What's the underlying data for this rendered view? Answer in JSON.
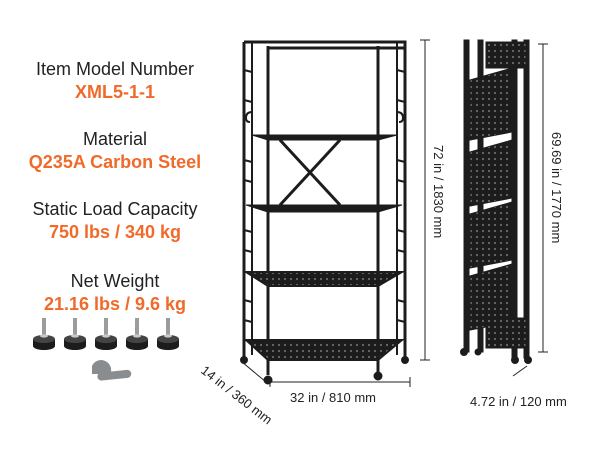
{
  "specs": [
    {
      "label": "Item Model Number",
      "value": "XML5-1-1"
    },
    {
      "label": "Material",
      "value": "Q235A Carbon Steel"
    },
    {
      "label": "Static Load Capacity",
      "value": "750 lbs / 340 kg"
    },
    {
      "label": "Net Weight",
      "value": "21.16 lbs / 9.6 kg"
    }
  ],
  "dimensions": {
    "height_open": "72 in / 1830 mm",
    "width": "32 in / 810 mm",
    "depth": "14 in / 360 mm",
    "height_folded": "69.69 in / 1770 mm",
    "depth_folded": "4.72 in / 120 mm"
  },
  "accessories": {
    "leveling_feet_count": 5,
    "wrench": "wrench-icon"
  },
  "colors": {
    "accent": "#f06a2a",
    "text": "#222222",
    "steel": "#1c1c1c"
  }
}
